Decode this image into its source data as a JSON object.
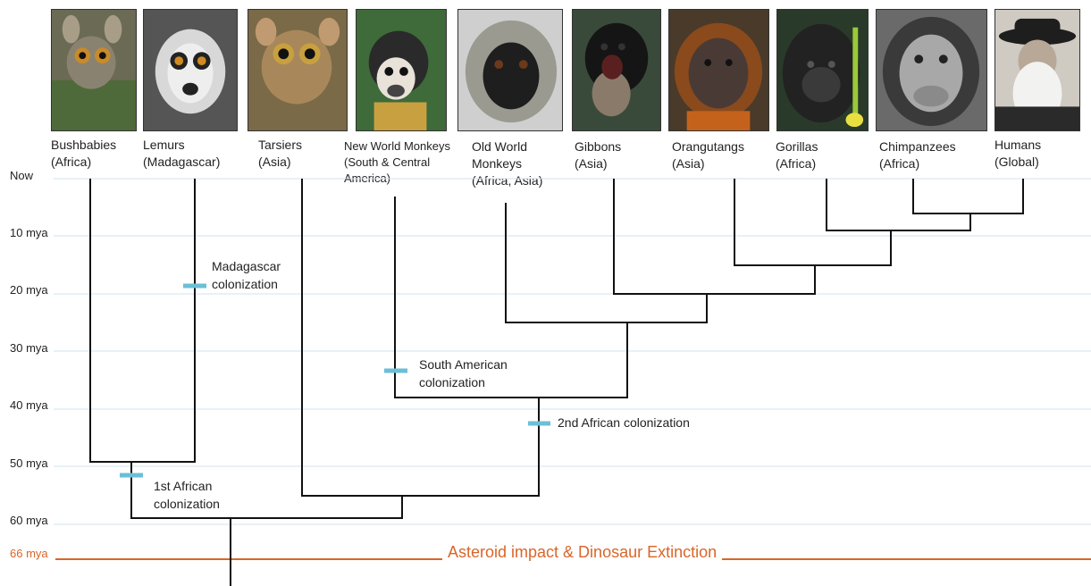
{
  "taxa": [
    {
      "name": "Bushbabies",
      "region": "(Africa)",
      "photo": "bushbaby-photo"
    },
    {
      "name": "Lemurs",
      "region": "(Madagascar)",
      "photo": "lemur-photo"
    },
    {
      "name": "Tarsiers",
      "region": "(Asia)",
      "photo": "tarsier-photo"
    },
    {
      "name": "New World Monkeys",
      "region_lines": [
        "(South & Central",
        "America)"
      ],
      "photo": "squirrel-monkey-photo"
    },
    {
      "name_lines": [
        "Old World",
        "Monkeys"
      ],
      "region": "(Africa, Asia)",
      "photo": "vervet-photo"
    },
    {
      "name": "Gibbons",
      "region": "(Asia)",
      "photo": "gibbon-photo"
    },
    {
      "name": "Orangutangs",
      "region": "(Asia)",
      "photo": "orangutan-photo"
    },
    {
      "name": "Gorillas",
      "region": "(Africa)",
      "photo": "gorilla-photo"
    },
    {
      "name": "Chimpanzees",
      "region": "(Africa)",
      "photo": "chimpanzee-photo"
    },
    {
      "name": "Humans",
      "region": "(Global)",
      "photo": "human-photo"
    }
  ],
  "time_axis": [
    "Now",
    "10 mya",
    "20 mya",
    "30 mya",
    "40 mya",
    "50 mya",
    "60 mya"
  ],
  "extinction": {
    "label": "66 mya",
    "text": "Asteroid impact & Dinosaur Extinction",
    "color": "#d9662a"
  },
  "divergence_mya": {
    "human_chimp": 6,
    "gorilla": 9,
    "orangutan": 15,
    "gibbon": 20,
    "old_world": 25,
    "anthropoid": 38,
    "new_world": 38,
    "haplorhine": 55,
    "strepsirrhine": 49,
    "root": 59
  },
  "colonizations": [
    {
      "lines": [
        "Madagascar",
        "colonization"
      ],
      "mya": 18
    },
    {
      "lines": [
        "South American",
        "colonization"
      ],
      "mya": 33
    },
    {
      "lines": [
        "2nd African colonization"
      ],
      "mya": 42
    },
    {
      "lines": [
        "1st African",
        "colonization"
      ],
      "mya": 51
    }
  ],
  "colors": {
    "tree": "#111111",
    "marker": "#6bbfd6",
    "grid": "#cfe3ef",
    "extinction": "#d9662a"
  }
}
